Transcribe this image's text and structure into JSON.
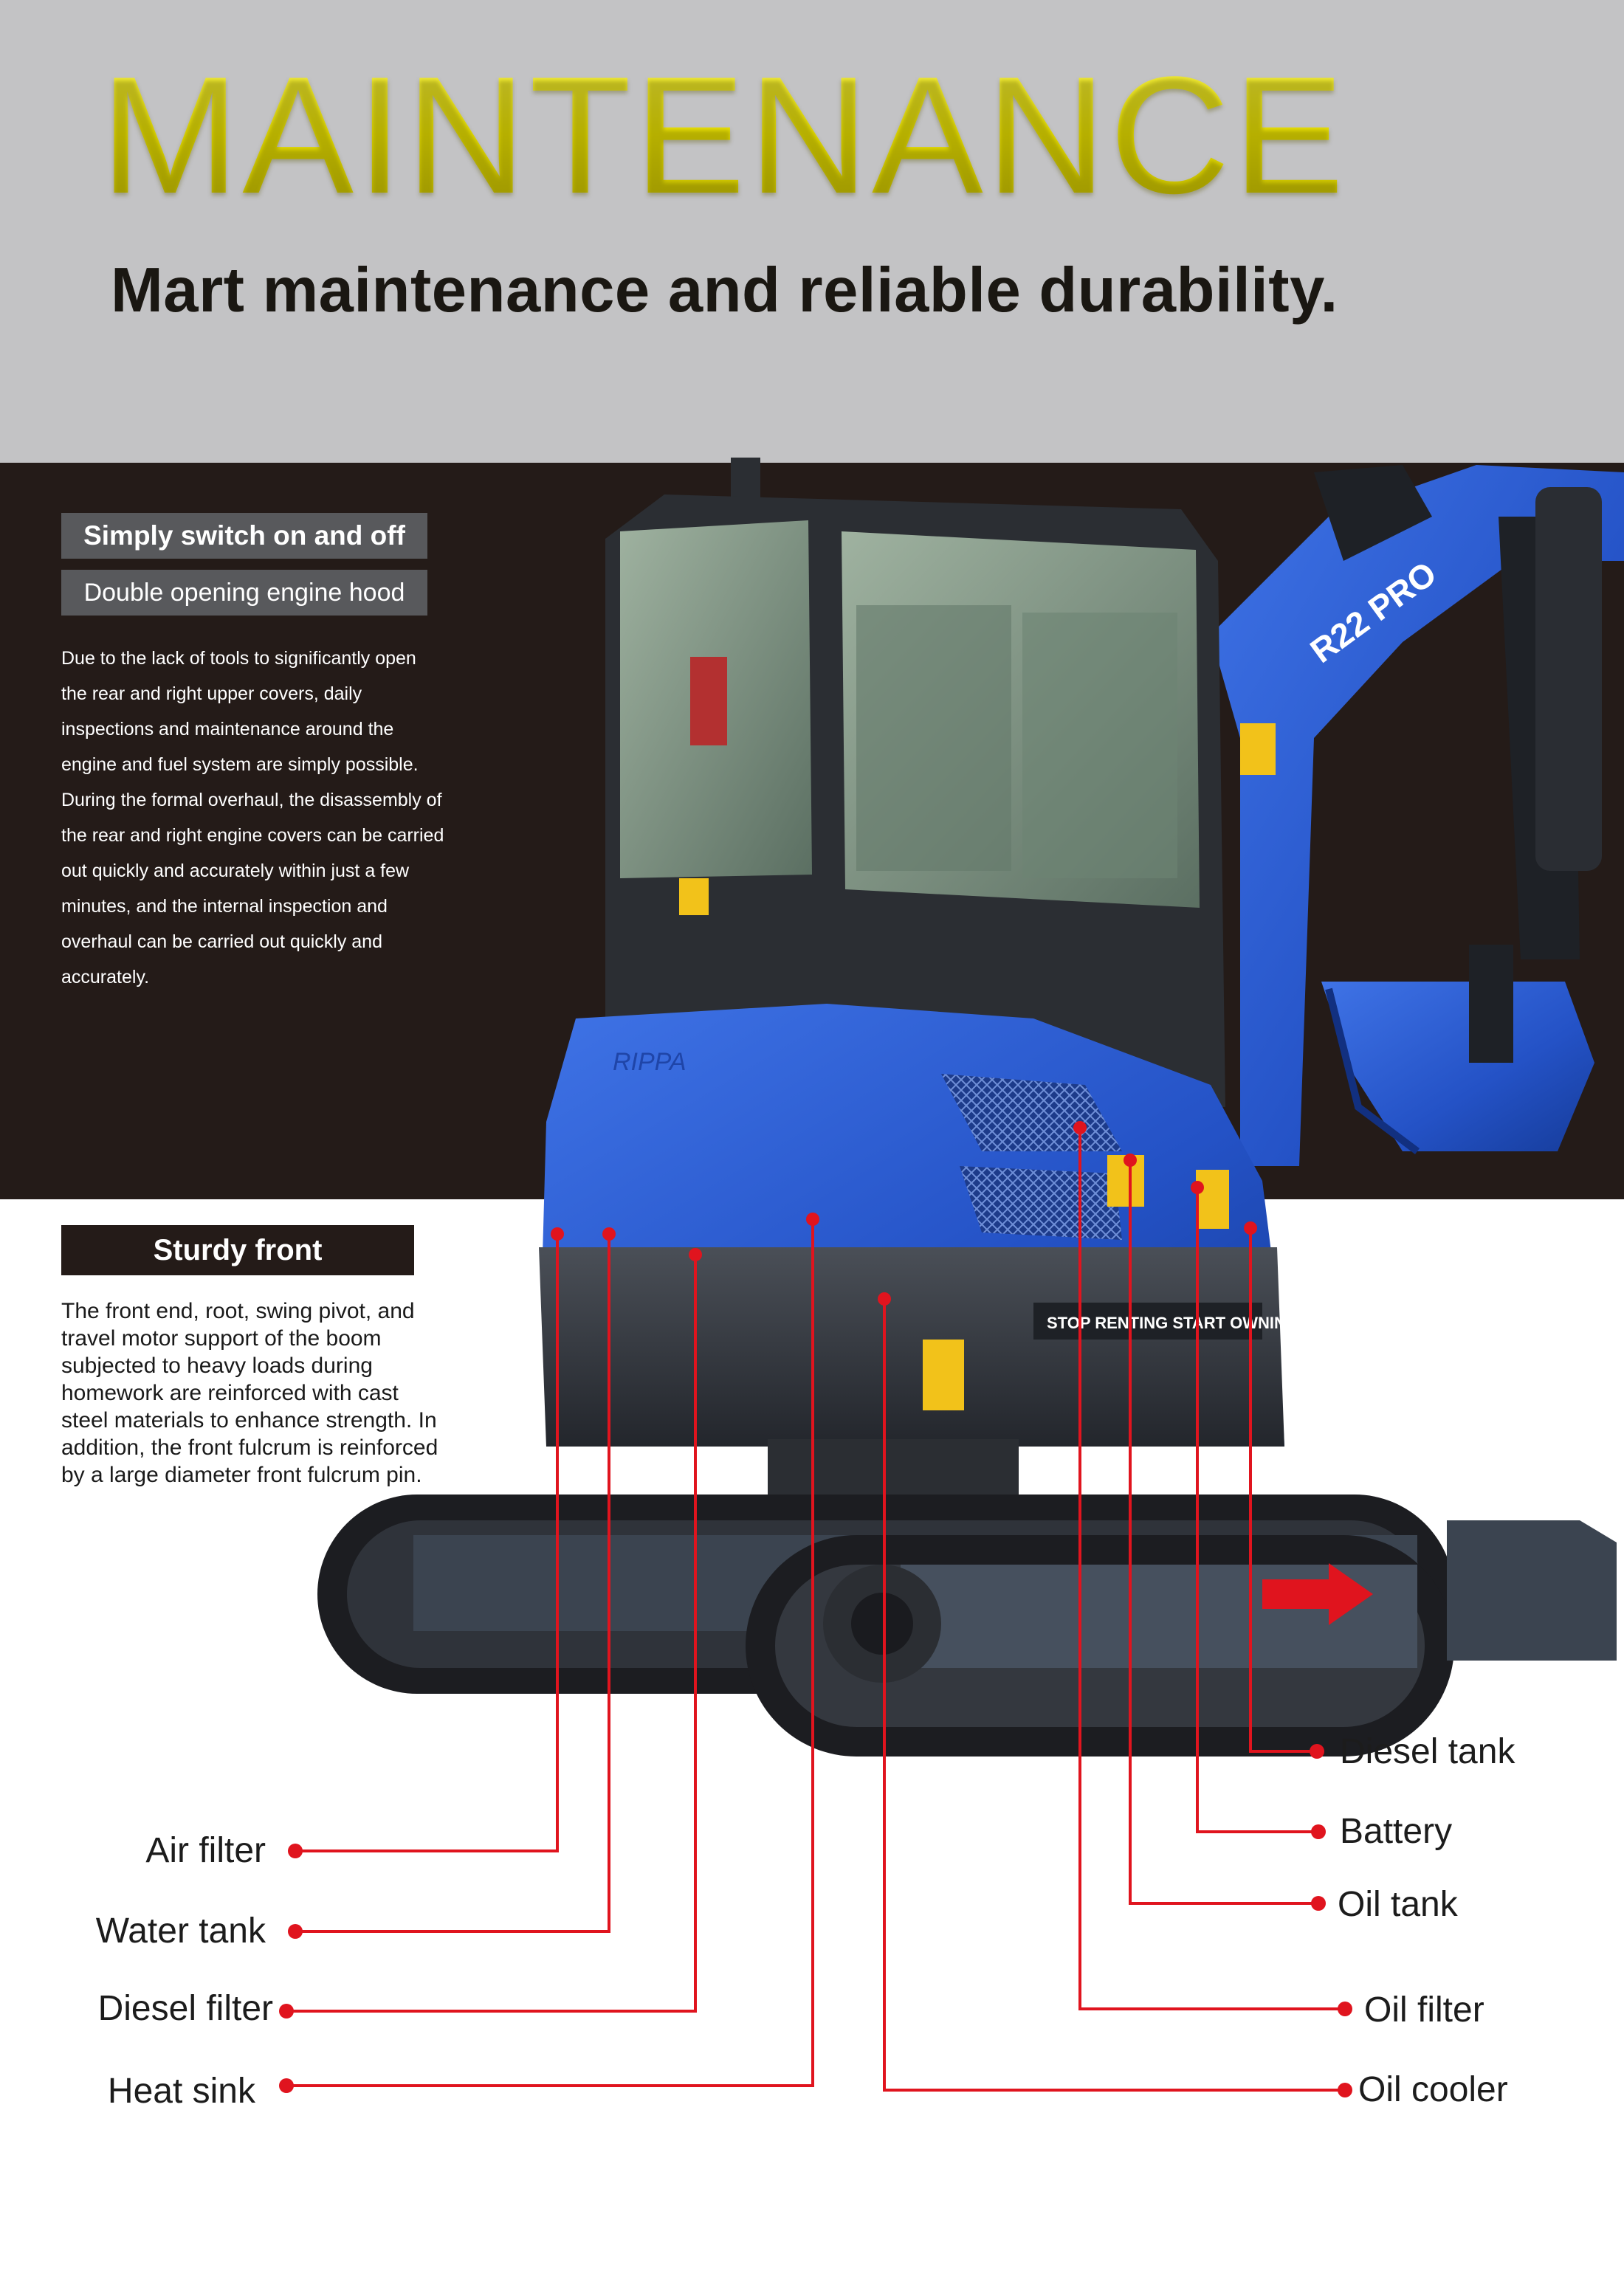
{
  "header": {
    "title": "MAINTENANCE",
    "tagline": "Mart maintenance and reliable durability."
  },
  "hood_section": {
    "label_primary": "Simply switch on and off",
    "label_secondary": "Double opening engine hood",
    "description": "Due to the lack of tools to significantly open the rear and right upper covers, daily inspections and maintenance around the engine and fuel system are simply possible. During the formal overhaul, the disassembly of the rear and right engine covers can be carried out quickly and accurately within just a few minutes, and the internal inspection and overhaul can be carried out quickly and accurately."
  },
  "front_section": {
    "label": "Sturdy front",
    "description": "The front end, root, swing pivot, and travel motor support of the boom subjected to heavy loads during homework are reinforced with cast steel materials to enhance strength. In addition, the front fulcrum is reinforced by a large diameter front fulcrum pin."
  },
  "machine": {
    "model_badge": "R22 PRO",
    "brand_mark": "RIPPA",
    "slogan": "STOP RENTING  START OWNING"
  },
  "callouts_left": [
    "Air filter",
    "Water tank",
    "Diesel filter",
    "Heat sink"
  ],
  "callouts_right": [
    "Diesel tank",
    "Battery",
    "Oil tank",
    "Oil filter",
    "Oil cooler"
  ],
  "colors": {
    "header_bg": "#c3c3c5",
    "headline": "#e8df00",
    "dark_band": "#241b18",
    "label_bar": "#58595c",
    "machine_blue": "#2a5bd7",
    "callout_red": "#e0141e"
  }
}
